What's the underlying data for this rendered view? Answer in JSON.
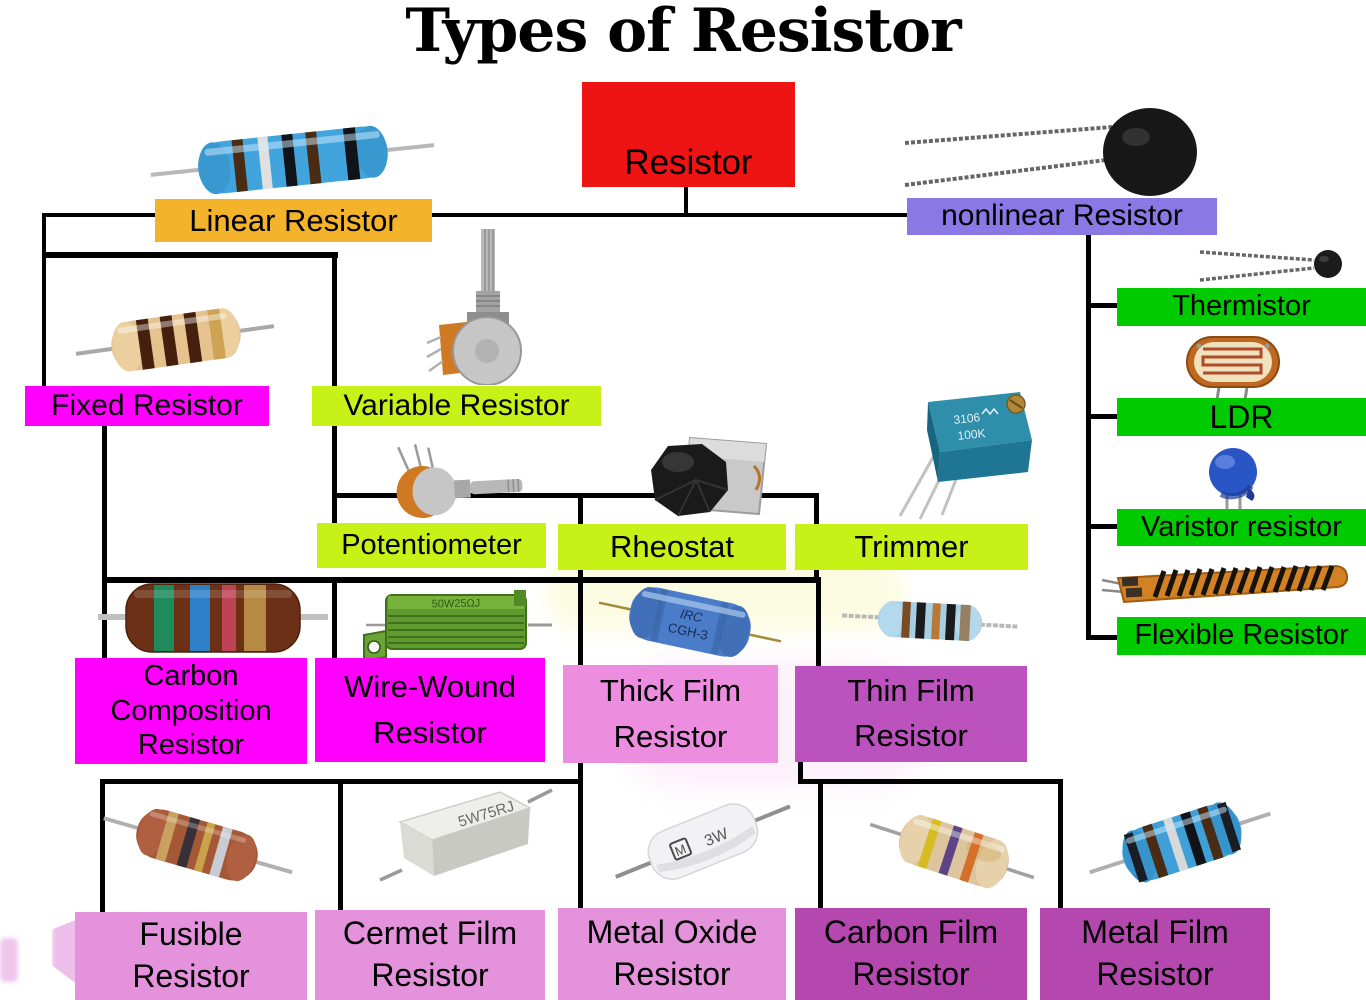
{
  "title": "Types of Resistor",
  "colors": {
    "root_bg": "#ee1414",
    "linear_bg": "#f3b32b",
    "nonlinear_bg": "#8a78e4",
    "magenta_bg": "#ff00ff",
    "lime_bg": "#c8f118",
    "green_bg": "#00cb00",
    "thick_film_bg": "#ec8ddf",
    "thin_film_bg": "#bc52bd",
    "light_plum_bg": "#e592dc",
    "dark_plum_bg": "#b448ae",
    "line_color": "#000000"
  },
  "nodes": {
    "root": "Resistor",
    "linear": "Linear Resistor",
    "nonlinear": "nonlinear Resistor",
    "fixed": "Fixed Resistor",
    "variable": "Variable Resistor",
    "potentiometer": "Potentiometer",
    "rheostat": "Rheostat",
    "trimmer": "Trimmer",
    "thermistor": "Thermistor",
    "ldr": "LDR",
    "varistor": "Varistor resistor",
    "flexible": "Flexible Resistor",
    "carbon_composition": "Carbon\nComposition\nResistor",
    "wire_wound": "Wire-Wound\nResistor",
    "thick_film": "Thick Film\nResistor",
    "thin_film": "Thin Film\nResistor",
    "fusible": "Fusible\nResistor",
    "cermet_film": "Cermet Film\nResistor",
    "metal_oxide": "Metal Oxide\nResistor",
    "carbon_film": "Carbon Film\nResistor",
    "metal_film": "Metal Film\nResistor"
  },
  "image_texts": {
    "wire_wound_marking": "50W25ΩJ",
    "thick_film_marking_1": "IRC",
    "thick_film_marking_2": "CGH-3",
    "cermet_marking": "5W75RJ",
    "metal_oxide_logo": "M",
    "metal_oxide_marking": "3W",
    "trimmer_marking_1": "3106",
    "trimmer_marking_2": "100K"
  }
}
